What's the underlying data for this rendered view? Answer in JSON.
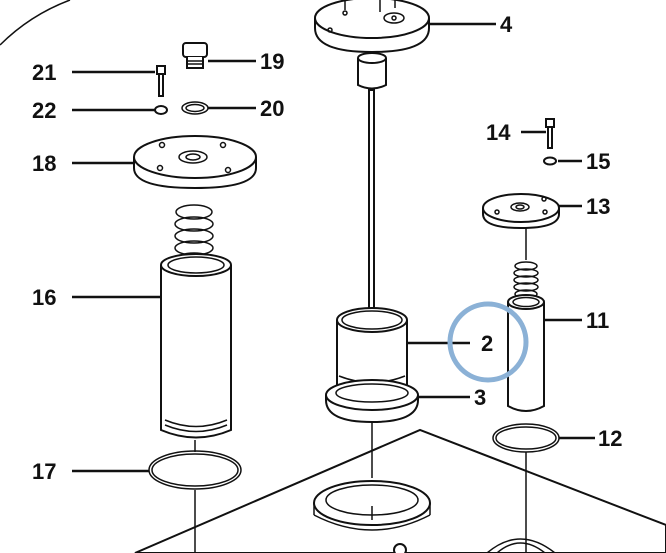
{
  "diagram": {
    "callouts": [
      {
        "id": "c4",
        "text": "4"
      },
      {
        "id": "c19",
        "text": "19"
      },
      {
        "id": "c20",
        "text": "20"
      },
      {
        "id": "c21",
        "text": "21"
      },
      {
        "id": "c22",
        "text": "22"
      },
      {
        "id": "c18",
        "text": "18"
      },
      {
        "id": "c16",
        "text": "16"
      },
      {
        "id": "c17",
        "text": "17"
      },
      {
        "id": "c14",
        "text": "14"
      },
      {
        "id": "c15",
        "text": "15"
      },
      {
        "id": "c13",
        "text": "13"
      },
      {
        "id": "c11",
        "text": "11"
      },
      {
        "id": "c2",
        "text": "2"
      },
      {
        "id": "c3",
        "text": "3"
      },
      {
        "id": "c12",
        "text": "12"
      }
    ],
    "highlight_color": "#8bb1d6"
  }
}
